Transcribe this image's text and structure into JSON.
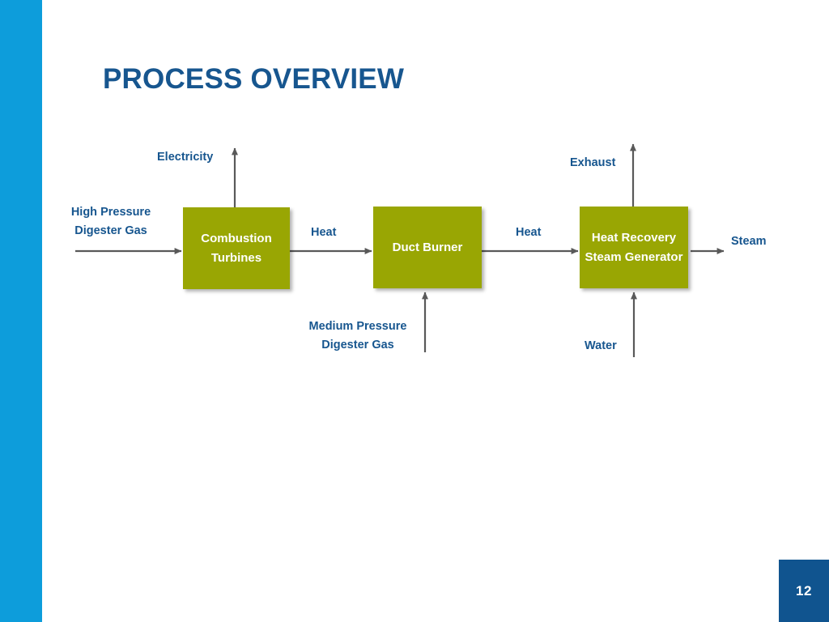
{
  "slide": {
    "title": "PROCESS OVERVIEW",
    "page_number": "12",
    "accent_bar_color": "#0d9ddb",
    "page_badge_color": "#10548f",
    "title_color": "#17568f",
    "process_box_color": "#99a603",
    "arrow_color": "#595959",
    "label_color": "#17568f"
  },
  "diagram": {
    "type": "process-flow",
    "nodes": [
      {
        "id": "combustion-turbines",
        "label": "Combustion\nTurbines"
      },
      {
        "id": "duct-burner",
        "label": "Duct Burner"
      },
      {
        "id": "hrsg",
        "label": "Heat Recovery\nSteam\nGenerator"
      }
    ],
    "flows": [
      {
        "id": "high-pressure-digester-gas",
        "label": "High Pressure\nDigester Gas",
        "direction": "right",
        "target": "combustion-turbines"
      },
      {
        "id": "electricity",
        "label": "Electricity",
        "direction": "up",
        "source": "combustion-turbines"
      },
      {
        "id": "heat-1",
        "label": "Heat",
        "direction": "right",
        "source": "combustion-turbines",
        "target": "duct-burner"
      },
      {
        "id": "medium-pressure-digester-gas",
        "label": "Medium Pressure\nDigester Gas",
        "direction": "up",
        "target": "duct-burner"
      },
      {
        "id": "heat-2",
        "label": "Heat",
        "direction": "right",
        "source": "duct-burner",
        "target": "hrsg"
      },
      {
        "id": "exhaust",
        "label": "Exhaust",
        "direction": "up",
        "source": "hrsg"
      },
      {
        "id": "water",
        "label": "Water",
        "direction": "up",
        "target": "hrsg"
      },
      {
        "id": "steam",
        "label": "Steam",
        "direction": "right",
        "source": "hrsg"
      }
    ]
  }
}
